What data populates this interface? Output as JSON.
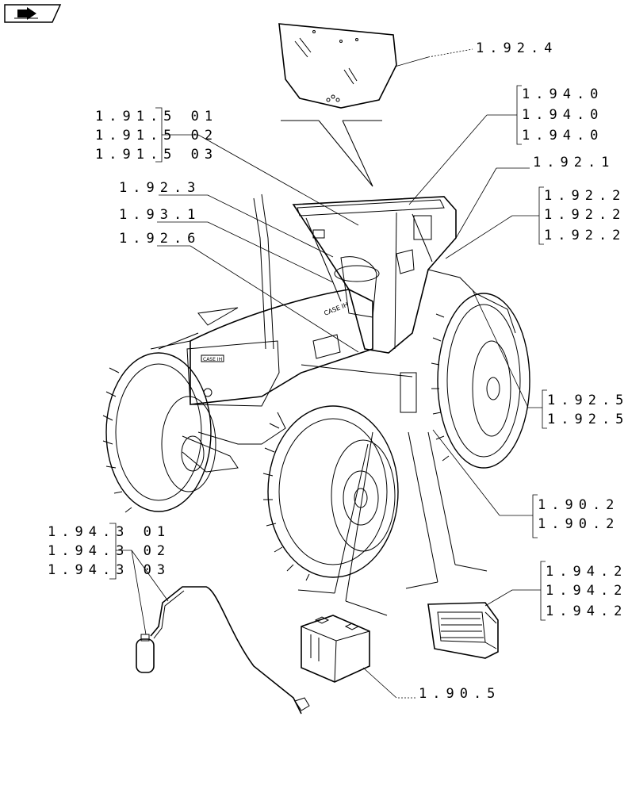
{
  "nav_icon": "page-navigation-arrow-icon",
  "refs": {
    "windscreen": "1.92.4",
    "cab_roof": [
      "1.94.0",
      "1.94.0",
      "1.94.0"
    ],
    "cab_frame": "1.92.1",
    "mirrors": [
      "1.92.2",
      "1.92.2",
      "1.92.2"
    ],
    "seat": [
      "1.91.5 01",
      "1.91.5 02",
      "1.91.5 03"
    ],
    "cab_interior": "1.92.3",
    "steering": "1.93.1",
    "hood": "1.92.6",
    "fender": [
      "1.92.5",
      "1.92.5"
    ],
    "frame": [
      "1.90.2",
      "1.90.2"
    ],
    "ac_unit": [
      "1.94.2",
      "1.94.2",
      "1.94.2"
    ],
    "receiver_drier": [
      "1.94.3 01",
      "1.94.3 02",
      "1.94.3 03"
    ],
    "battery": "1.90.5"
  },
  "decal_text": "CASE IH"
}
